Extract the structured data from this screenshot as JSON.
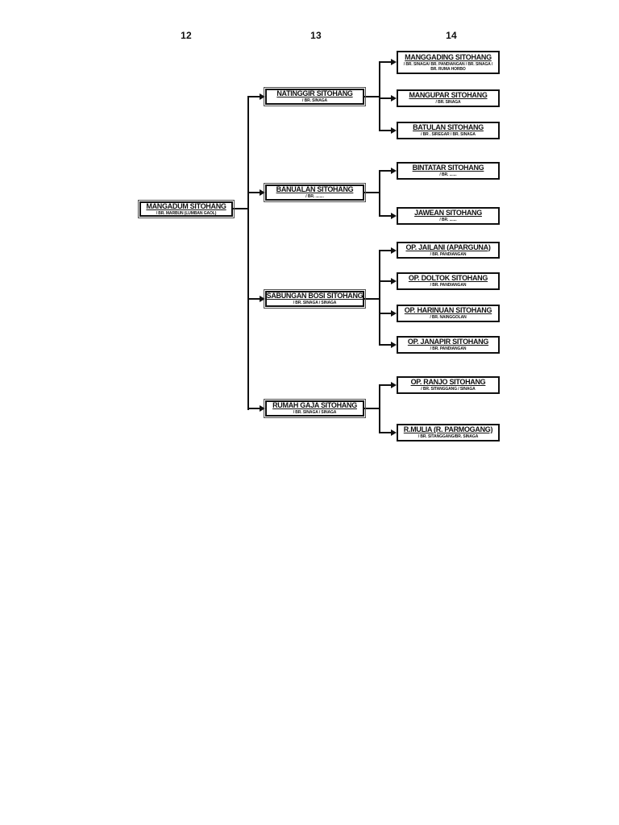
{
  "document": {
    "generation_labels": [
      "12",
      "13",
      "14"
    ]
  },
  "colors": {
    "page_background": "#ffffff",
    "line": "#111111",
    "box_border": "#111111",
    "text": "#111111"
  },
  "nodes": {
    "mangadum": {
      "name": "MANGADUM SITOHANG",
      "spouse": "/ BR. MARBUN (LUMBAN GAOL)"
    },
    "natinggir": {
      "name": "NATINGGIR SITOHANG",
      "spouse": "/ BR. SINAGA"
    },
    "banualan": {
      "name": "BANUALAN SITOHANG",
      "spouse": "/ BR. ........"
    },
    "sabungan_bosi": {
      "name": "SABUNGAN BOSI SITOHANG",
      "spouse": "/ BR. SINAGA / SINAGA"
    },
    "rumah_gaja": {
      "name": "RUMAH GAJA SITOHANG",
      "spouse": "/ BR. SINAGA / SINAGA"
    },
    "manggading": {
      "name": "MANGGADING SITOHANG",
      "spouse": "/ BR. SINAGA/ BR. PANDIANGAN / BR. SINAGA /",
      "spouse_line2": "BR. RUMA HORBO"
    },
    "mangupar": {
      "name": "MANGUPAR SITOHANG",
      "spouse": "/ BR. SINAGA"
    },
    "batulan": {
      "name": "BATULAN SITOHANG",
      "spouse": "/ BR . SIREGAR / BR. SINAGA"
    },
    "bintatar": {
      "name": "BINTATAR SITOHANG",
      "spouse": "/ BR. ......."
    },
    "jawean": {
      "name": "JAWEAN SITOHANG",
      "spouse": "/ BR. ......."
    },
    "jailani": {
      "name": "OP. JAILANI (APARGUNA)",
      "spouse": "/ BR. PANDIANGAN"
    },
    "doltok": {
      "name": "OP. DOLTOK SITOHANG",
      "spouse": "/ BR. PANDIANGAN"
    },
    "harinuan": {
      "name": "OP. HARINUAN SITOHANG",
      "spouse": "/ BR. NAINGGOLAN"
    },
    "janapir": {
      "name": "OP. JANAPIR SITOHANG",
      "spouse": "/ BR. PANDIANGAN"
    },
    "ranjo": {
      "name": "OP. RANJO SITOHANG",
      "spouse": "/ BR. SITANGGANG / SINAGA"
    },
    "r_mulia": {
      "name": "R.MULIA (R. PARMOGANG)",
      "spouse": "/ BR. SITANGGANG/BR. SINAGA"
    }
  }
}
